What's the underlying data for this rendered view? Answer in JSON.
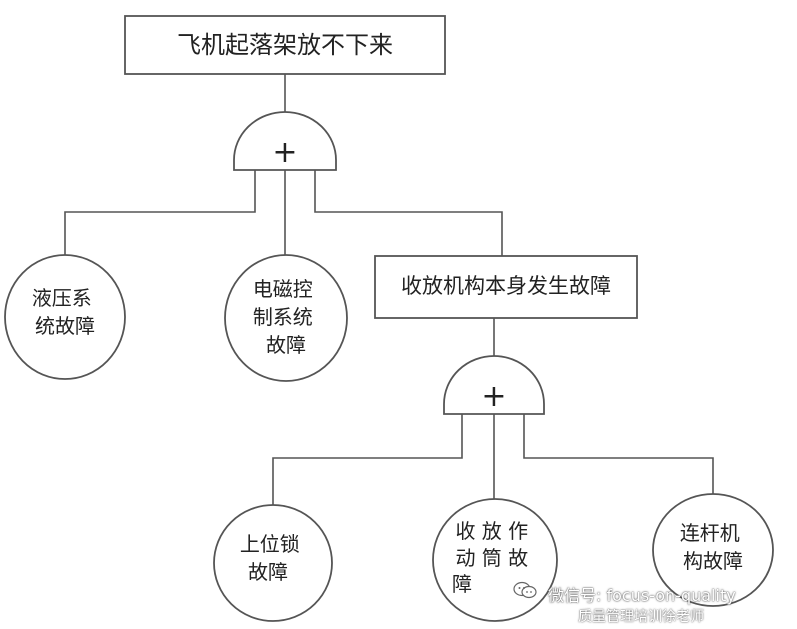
{
  "diagram": {
    "top_event": "飞机起落架放不下来",
    "level1": {
      "hydraulic_fault": [
        "液压系",
        "统故障"
      ],
      "em_control_fault": [
        "电磁控",
        "制系统",
        "故障"
      ],
      "mechanism_fault": "收放机构本身发生故障"
    },
    "level2": {
      "uplock_fault": [
        "上位锁",
        "故障"
      ],
      "actuator_fault": [
        "收 放 作",
        "动 筒 故",
        "障"
      ],
      "linkage_fault": [
        "连杆机",
        "构故障"
      ]
    },
    "gate_symbol": "+"
  },
  "watermark": {
    "line1": "微信号: focus-on-quality",
    "line2": "质量管理培训徐老师",
    "logo_icon": "wechat-icon"
  },
  "colors": {
    "line": "#555555",
    "text": "#222222"
  }
}
